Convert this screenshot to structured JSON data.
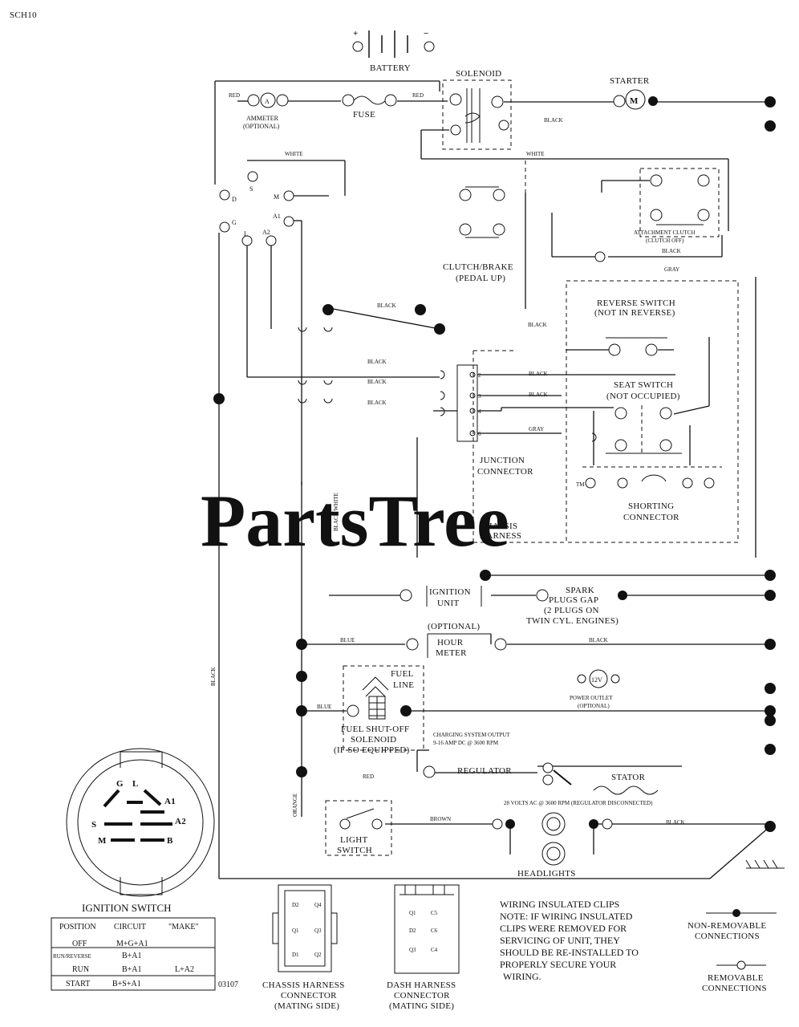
{
  "sheet_code": "SCH10",
  "watermark": "PartsTree",
  "watermark_tm": "TM",
  "drawing_number": "03107",
  "battery": {
    "label": "BATTERY",
    "plus": "+",
    "minus": "−"
  },
  "solenoid": {
    "label": "SOLENOID"
  },
  "starter": {
    "label": "STARTER",
    "symbol": "M"
  },
  "ammeter": {
    "symbol": "A",
    "label1": "AMMETER",
    "label2": "(OPTIONAL)"
  },
  "fuse": {
    "label": "FUSE"
  },
  "ignition_terminals": {
    "D": "D",
    "S": "S",
    "M": "M",
    "G": "G",
    "A1": "A1",
    "L": "L",
    "A2": "A2"
  },
  "clutch_brake": {
    "label1": "CLUTCH/BRAKE",
    "label2": "(PEDAL UP)"
  },
  "attachment_clutch": {
    "label1": "ATTACHMENT CLUTCH",
    "label2": "(CLUTCH OFF)"
  },
  "reverse_switch": {
    "label1": "REVERSE SWITCH",
    "label2": "(NOT IN REVERSE)"
  },
  "seat_switch": {
    "label1": "SEAT SWITCH",
    "label2": "(NOT OCCUPIED)"
  },
  "junction_connector": {
    "label1": "JUNCTION",
    "label2": "CONNECTOR",
    "pins": [
      "2",
      "3",
      "4",
      "6"
    ]
  },
  "chassis_harness": {
    "label1": "CHASSIS",
    "label2": "HARNESS"
  },
  "shorting_connector": {
    "label1": "SHORTING",
    "label2": "CONNECTOR"
  },
  "ignition_unit": {
    "label1": "IGNITION",
    "label2": "UNIT"
  },
  "spark_plugs": {
    "label1": "SPARK",
    "label2": "PLUGS GAP",
    "label3": "(2 PLUGS ON",
    "label4": "TWIN CYL. ENGINES)"
  },
  "hour_meter": {
    "label0": "(OPTIONAL)",
    "label1": "HOUR",
    "label2": "METER"
  },
  "fuel_line": {
    "label1": "FUEL",
    "label2": "LINE"
  },
  "power_outlet": {
    "symbol": "12V",
    "label1": "POWER OUTLET",
    "label2": "(OPTIONAL)"
  },
  "fuel_solenoid": {
    "label1": "FUEL SHUT-OFF",
    "label2": "SOLENOID",
    "label3": "(IF SO EQUIPPED)"
  },
  "charging_note": {
    "line1": "CHARGING SYSTEM OUTPUT",
    "line2": "9-16 AMP DC @ 3600 RPM"
  },
  "regulator": {
    "label": "REGULATOR"
  },
  "stator": {
    "label": "STATOR",
    "note": "28 VOLTS AC @ 3600 RPM (REGULATOR DISCONNECTED)"
  },
  "light_switch": {
    "label1": "LIGHT",
    "label2": "SWITCH"
  },
  "headlights": {
    "label": "HEADLIGHTS"
  },
  "wire_labels": {
    "red1": "RED",
    "red2": "RED",
    "red3": "RED",
    "white1": "WHITE",
    "white2": "WHITE",
    "black_starter": "BLACK",
    "black_mid": "BLACK",
    "black_upper": "BLACK",
    "black_j1": "BLACK",
    "black_j2": "BLACK",
    "black_j3": "BLACK",
    "black_r1": "BLACK",
    "black_r2": "BLACK",
    "black_hour": "BLACK",
    "black_head": "BLACK",
    "black_clutch": "BLACK",
    "gray1": "GRAY",
    "gray2": "GRAY",
    "blue1": "BLUE",
    "blue2": "BLUE",
    "brown": "BROWN",
    "orange": "ORANGE",
    "black_white": "BLACK WHITE",
    "left_black": "BLACK"
  },
  "ignition_switch": {
    "title": "IGNITION SWITCH",
    "terminals": {
      "G": "G",
      "L": "L",
      "A1": "A1",
      "S": "S",
      "A2": "A2",
      "M": "M",
      "B": "B"
    },
    "table": {
      "headers": [
        "POSITION",
        "CIRCUIT",
        "\"MAKE\""
      ],
      "rows": [
        [
          "OFF",
          "M+G+A1",
          ""
        ],
        [
          "RUN/REVERSE",
          "B+A1",
          ""
        ],
        [
          "RUN",
          "B+A1",
          "L+A2"
        ],
        [
          "START",
          "B+S+A1",
          ""
        ]
      ]
    }
  },
  "chassis_connector": {
    "label1": "CHASSIS HARNESS",
    "label2": "CONNECTOR",
    "label3": "(MATING SIDE)",
    "pins": [
      "D1",
      "Q4",
      "Q3",
      "Q2",
      "D2",
      "Q1"
    ]
  },
  "dash_connector": {
    "label1": "DASH HARNESS",
    "label2": "CONNECTOR",
    "label3": "(MATING SIDE)",
    "pins": [
      "Q1",
      "C5",
      "D2",
      "C6",
      "Q3",
      "C4"
    ]
  },
  "note": {
    "lines": [
      "WIRING INSULATED CLIPS",
      "NOTE: IF WIRING INSULATED",
      "CLIPS WERE REMOVED FOR",
      "SERVICING OF UNIT, THEY",
      "SHOULD BE RE-INSTALLED TO",
      "PROPERLY SECURE YOUR",
      "WIRING."
    ]
  },
  "legend": {
    "non_removable1": "NON-REMOVABLE",
    "non_removable2": "CONNECTIONS",
    "removable1": "REMOVABLE",
    "removable2": "CONNECTIONS"
  }
}
